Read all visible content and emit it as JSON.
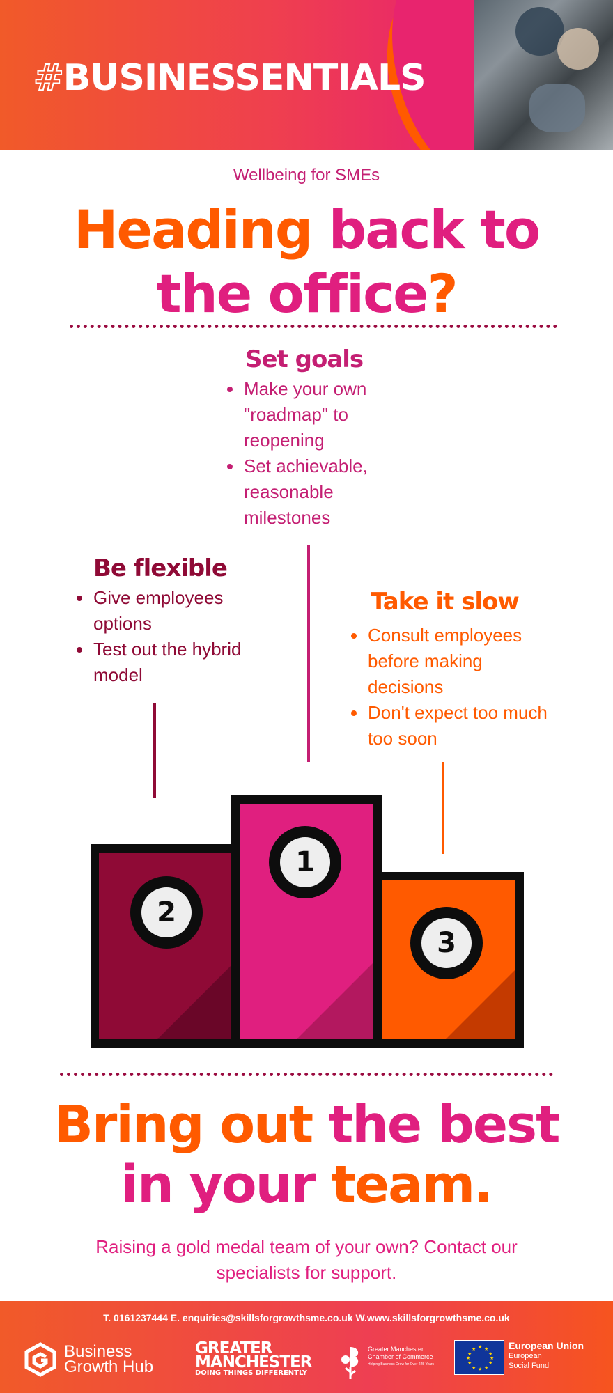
{
  "header": {
    "hashtag_symbol": "#",
    "hashtag_text": "BUSINESSENTIALS"
  },
  "intro": {
    "eyebrow": "Wellbeing for SMEs",
    "headline_part1": "Heading",
    "headline_part2": " back to",
    "headline_part3": "the office",
    "headline_part4": "?"
  },
  "steps": {
    "first": {
      "title": "Set goals",
      "bullets": [
        "Make your own \"roadmap\" to reopening",
        "Set achievable, reasonable milestones"
      ]
    },
    "second": {
      "title": "Be flexible",
      "bullets": [
        "Give employees options",
        "Test out the hybrid model"
      ]
    },
    "third": {
      "title": "Take it slow",
      "bullets": [
        "Consult employees before making decisions",
        "Don't expect too much too soon"
      ]
    }
  },
  "podium": {
    "numbers": [
      "1",
      "2",
      "3"
    ]
  },
  "tagline": {
    "part1": "Bring out",
    "part2": " the best",
    "part3": "in your",
    "part4": " team."
  },
  "cta": "Raising a gold medal team of your own? Contact our specialists for support.",
  "footer": {
    "contact": "T. 0161237444 E. enquiries@skillsforgrowthsme.co.uk W.www.skillsforgrowthsme.co.uk",
    "bgh_line1": "Business",
    "bgh_line2": "Growth Hub",
    "gm_line1": "GREATER",
    "gm_line2": "MANCHESTER",
    "gm_sub": "DOING THINGS DIFFERENTLY",
    "gmcc_line1": "Greater Manchester",
    "gmcc_line2": "Chamber of Commerce",
    "gmcc_tiny": "Helping Business Grow for Over 225 Years",
    "eu_line1": "European Union",
    "eu_line2": "European",
    "eu_line3": "Social Fund"
  },
  "colors": {
    "orange": "#ff5a00",
    "pink": "#e01f7f",
    "maroon": "#8f0a36",
    "black": "#0d0d0d"
  },
  "icons": [
    "business-growth-hub-logo",
    "greater-manchester-logo",
    "gm-chamber-logo",
    "eu-flag-icon"
  ]
}
